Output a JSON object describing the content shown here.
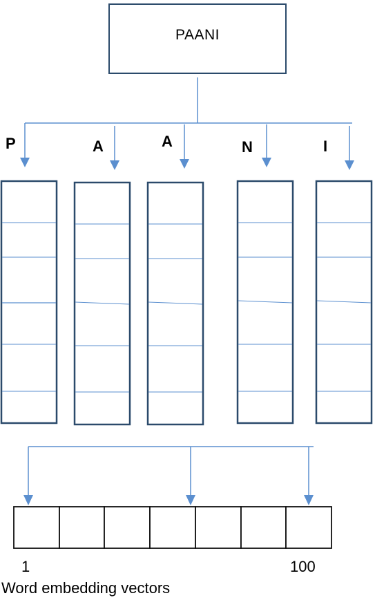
{
  "word": "PAANI",
  "characters": [
    "P",
    "A",
    "A",
    "N",
    "I"
  ],
  "embedding": {
    "start_label": "1",
    "end_label": "100",
    "caption": "Word embedding vectors",
    "cell_count": 7
  },
  "colors": {
    "arrow": "#5b8fcf",
    "box_border": "#2b4a6b",
    "cell_divider": "#5b8fcf",
    "embedding_border": "#111111"
  }
}
